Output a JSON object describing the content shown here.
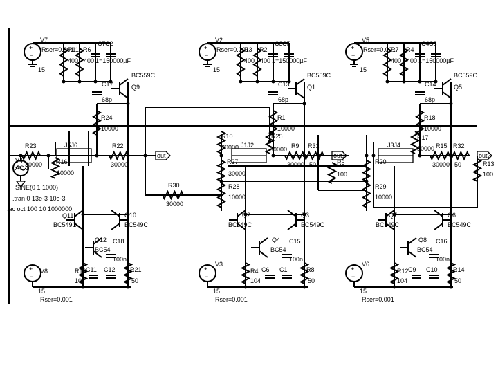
{
  "labels": {
    "V7": "V7",
    "V2": "V2",
    "V5": "V5",
    "V4": "V4",
    "V8": "V8",
    "V3": "V3",
    "V6": "V6",
    "rser": "Rser=0.001",
    "v15": "15",
    "AC1": "AC 1",
    "sine": "SINE(0 1 1000)",
    "tran": ".tran 0 13e-3 10e-3",
    "acoct": ";ac oct 100 10 1000000",
    "R11": "R11",
    "R6": "R6",
    "R3": "R3",
    "R2": "R2",
    "R7": "R7",
    "R4": "R4",
    "v400": "400",
    "C7": "C7",
    "C2": "C2",
    "C3": "C3",
    "C5": "C5",
    "C4": "C4",
    "C8": "C8",
    "cap1": "1=150000µF",
    "BC559C": "BC559C",
    "BC549C": "BC549C",
    "BC54x": "BC54",
    "Q9": "Q9",
    "Q1": "Q1",
    "Q5": "Q5",
    "C17": "C17",
    "C13": "C13",
    "C14": "C14",
    "p68": "68p",
    "R24": "R24",
    "R1": "R1",
    "R18": "R18",
    "R17": "R17",
    "R25": "R25",
    "R10": "R10",
    "v10000": "10000",
    "v30000": "30000",
    "v50": "50",
    "v100": "100",
    "v104": "104",
    "v100n": "100n",
    "J5J6": "J5J6",
    "J1J2": "J1J2",
    "J3J4": "J3J4",
    "jfet": "J",
    "R23": "R23",
    "R22": "R22",
    "R16": "R16",
    "R9": "R9",
    "R31": "R31",
    "R15": "R15",
    "R32": "R32",
    "R27": "R27",
    "R28": "R28",
    "R20": "R20",
    "R29": "R29",
    "R30": "R30",
    "out": "out",
    "out1": "out1",
    "out2": "out2",
    "R5": "R5",
    "R13": "R13",
    "Q11": "Q11",
    "Q10": "Q10",
    "Q12": "Q12",
    "Q2": "Q2",
    "Q3": "Q3",
    "Q4": "Q4",
    "Q7": "Q7",
    "Q6": "Q6",
    "Q8": "Q8",
    "C18": "C18",
    "C15": "C15",
    "C16": "C16",
    "R19": "R19",
    "C11": "C11",
    "C12": "C12",
    "R21": "R21",
    "R8": "R8",
    "C6": "C6",
    "C9": "C9",
    "R14": "R14",
    "R12": "R12",
    "C1": "C1",
    "C10": "C10"
  },
  "colors": {
    "wire": "#000000",
    "background": "#ffffff"
  }
}
